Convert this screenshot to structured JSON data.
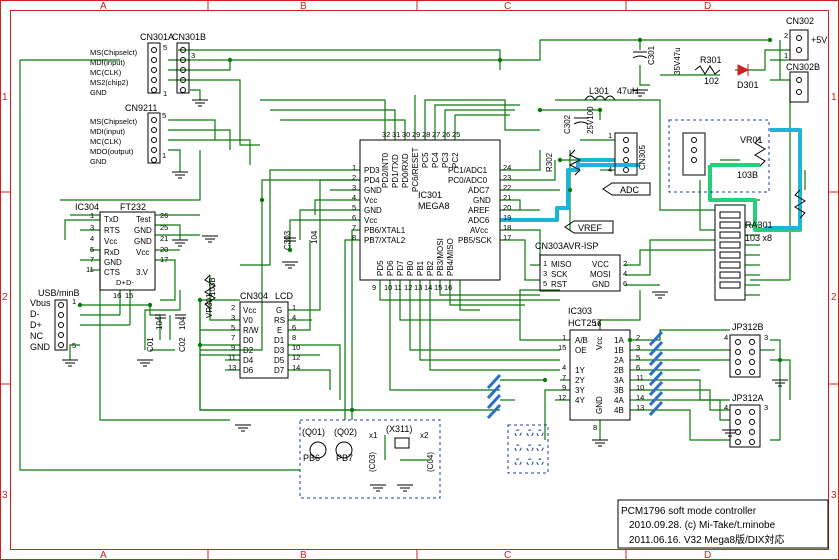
{
  "border": {
    "columns": [
      "A",
      "B",
      "C",
      "D"
    ],
    "rows": [
      "1",
      "2",
      "3"
    ]
  },
  "connectors": {
    "cn301a": {
      "ref": "CN301A",
      "pin_top": "5",
      "pin_bottom": "1"
    },
    "cn301b": {
      "ref": "CN301B",
      "pin_top": "3"
    },
    "cn301_signals": [
      "MS(Chipselct)",
      "MDI(input)",
      "MC(CLK)",
      "MS2(chip2)",
      "GND"
    ],
    "cn9211": {
      "ref": "CN9211",
      "pin_top": "5",
      "pin_bottom": "1"
    },
    "cn9211_signals": [
      "MS(Chipselct)",
      "MDI(input)",
      "MC(CLK)",
      "MDO(output)",
      "GND"
    ],
    "usb": {
      "ref": "USB/minB",
      "pins": [
        "Vbus",
        "D-",
        "D+",
        "NC",
        "GND"
      ],
      "pin_top": "1",
      "pin_bottom": "5"
    },
    "cn302": {
      "ref": "CN302",
      "label": "+5V",
      "pin_top": "2",
      "pin_bottom": "1"
    },
    "cn302b": {
      "ref": "CN302B"
    },
    "cn305": {
      "ref": "CN305",
      "pin_top": "1",
      "pin_bottom": "4"
    },
    "jp312a": {
      "ref": "JP312A",
      "pin_left": "4",
      "pin_right": "3"
    },
    "jp312b": {
      "ref": "JP312B",
      "pin_left": "4",
      "pin_right": "3"
    },
    "isp": {
      "ref": "CN303AVR-ISP",
      "left": [
        "MISO",
        "SCK",
        "RST"
      ],
      "right": [
        "VCC",
        "MOSI",
        "GND"
      ],
      "lnum": [
        "1",
        "3",
        "5"
      ],
      "rnum": [
        "2",
        "4",
        "6"
      ]
    }
  },
  "ic304": {
    "ref": "IC304",
    "part": "FT232",
    "left": [
      "TxD",
      "RTS",
      "Vcc",
      "RxD",
      "GND",
      "CTS"
    ],
    "left_nums": [
      "1",
      "3",
      "4",
      "5",
      "7",
      "11"
    ],
    "right": [
      "Test",
      "GND",
      "GND",
      "Vcc",
      "3.V"
    ],
    "right_nums": [
      "26",
      "25",
      "21",
      "20",
      "17"
    ],
    "bottom": [
      "D+",
      "D-"
    ],
    "bottom_nums": [
      "16",
      "15"
    ]
  },
  "ic301": {
    "ref": "IC301",
    "part": "MEGA8",
    "left": [
      "PD3",
      "PD4",
      "GND",
      "Vcc",
      "GND",
      "Vcc",
      "PB6/XTAL1",
      "PB7/XTAL2"
    ],
    "left_nums": [
      "1",
      "2",
      "3",
      "4",
      "5",
      "6",
      "7",
      "8"
    ],
    "right": [
      "PC1/ADC1",
      "PC0/ADC0",
      "ADC7",
      "GND",
      "AREF",
      "ADC6",
      "AVcc",
      "PB5/SCK"
    ],
    "right_nums": [
      "24",
      "23",
      "22",
      "21",
      "20",
      "19",
      "18",
      "17"
    ],
    "top": [
      "PD2/INT0",
      "PD1/TXD",
      "PD0/RXD",
      "PC6/RESET",
      "PC5",
      "PC4",
      "PC3",
      "PC2"
    ],
    "top_nums": [
      "32",
      "31",
      "30",
      "29",
      "28",
      "27",
      "26",
      "25"
    ],
    "bottom": [
      "PD5",
      "PD6",
      "PD7",
      "PB0",
      "PB1",
      "PB2",
      "PB3/MOSI",
      "PB4/MISO"
    ],
    "bottom_nums": [
      "9",
      "10",
      "11",
      "12",
      "13",
      "14",
      "15",
      "16"
    ]
  },
  "ic303": {
    "ref": "IC303",
    "part": "HCT257",
    "pin_num_top": "16",
    "vcc": "Vcc",
    "gnd": "GND",
    "pin_num_gnd": "8",
    "left": [
      "A/B",
      "OE",
      "1Y",
      "2Y",
      "3Y",
      "4Y"
    ],
    "left_nums": [
      "1",
      "15",
      "4",
      "7",
      "9",
      "12"
    ],
    "right": [
      "1A",
      "1B",
      "2A",
      "2B",
      "3A",
      "3B",
      "4A",
      "4B"
    ],
    "right_nums": [
      "2",
      "3",
      "5",
      "6",
      "11",
      "10",
      "14",
      "13"
    ]
  },
  "lcd": {
    "ref": "CN304",
    "part": "LCD",
    "left": [
      "Vcc",
      "V0",
      "R/W",
      "D0",
      "D2",
      "D4",
      "D6"
    ],
    "right": [
      "G",
      "RS",
      "E",
      "D1",
      "D3",
      "D5",
      "D7"
    ],
    "left_nums": [
      "2",
      "3",
      "5",
      "7",
      "9",
      "11",
      "13"
    ],
    "right_nums": [
      "1",
      "4",
      "6",
      "8",
      "10",
      "12",
      "14"
    ]
  },
  "parts": {
    "c301": "C301",
    "c301_val": "35V47u",
    "r301": "R301",
    "r301_val": "102",
    "d301": "D301",
    "l301": "L301",
    "l301_val": "47uH",
    "c302": "C302",
    "c302_val": "25V100",
    "c303": "C303",
    "c303_val": "104",
    "r302": "R302",
    "vr01": "VR01",
    "vr01_val": "103B",
    "ra301": "RA301",
    "ra301_val": "103 x8",
    "vr301": "VR301",
    "vr301_val": "103B",
    "c01": "C01",
    "c01_val": "104",
    "c02": "C02",
    "c02_val": "104",
    "q01": "(Q01)",
    "q02": "(Q02)",
    "x311": "(X311)",
    "c03": "(C03)",
    "c04": "(C04)",
    "x1": "x1",
    "x2": "x2",
    "pb6": "PB6",
    "pb7": "PB7"
  },
  "net_labels": {
    "adc": "ADC",
    "vref": "VREF"
  },
  "title_block": {
    "line1": "PCM1796 soft mode controller",
    "line2": "2010.09.28. (c) Mi-Take/t.minobe",
    "line3": "2011.06.16. V32 Mega8版/DIX対応"
  }
}
